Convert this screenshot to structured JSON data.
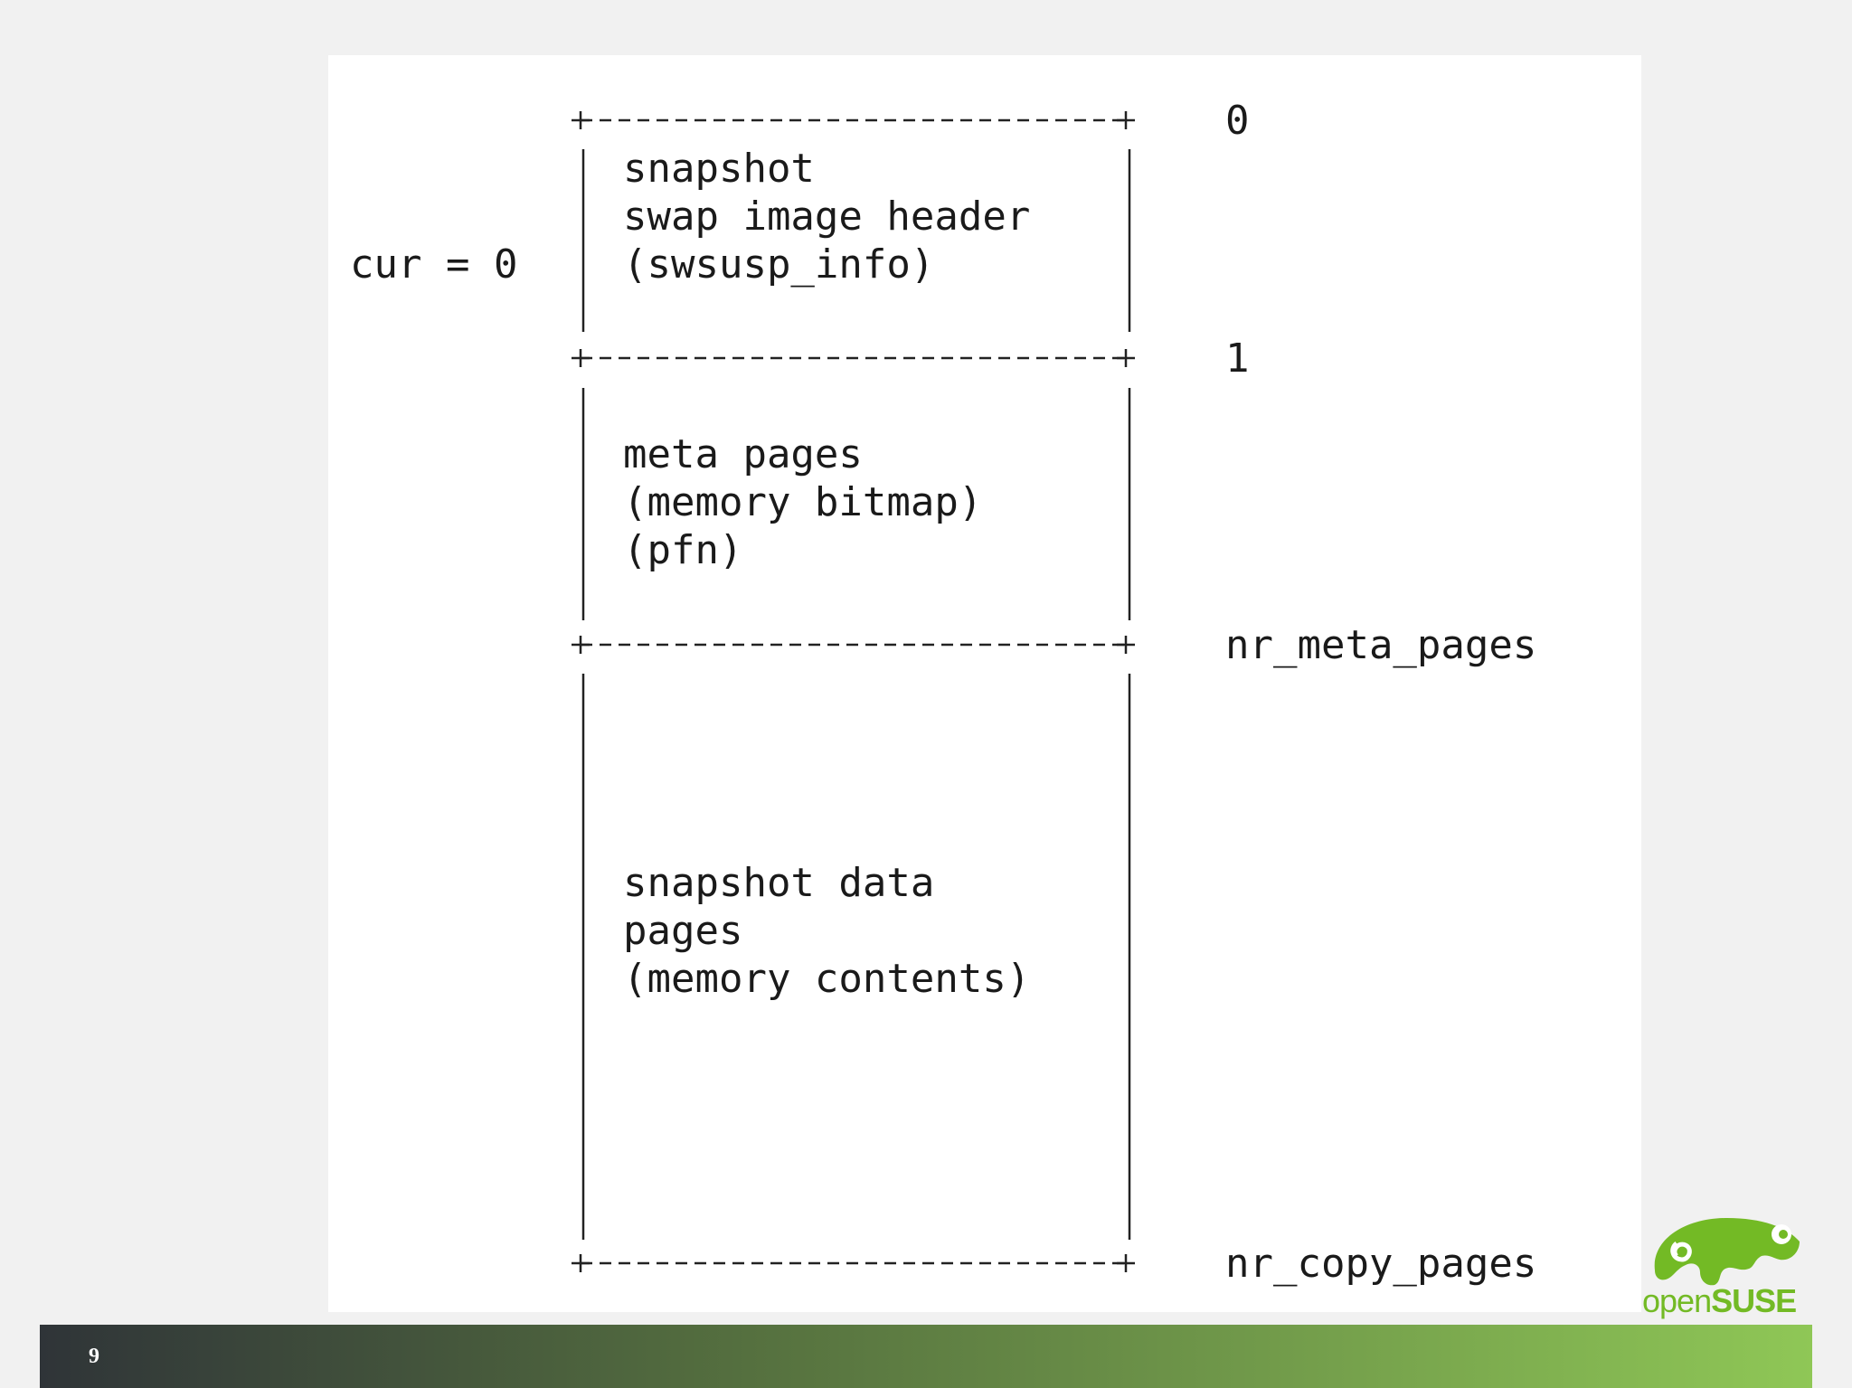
{
  "diagram": {
    "pointer_label": "cur = 0",
    "regions": [
      {
        "lines": [
          "snapshot",
          "swap image header",
          "(swsusp_info)"
        ]
      },
      {
        "lines": [
          "meta pages",
          "(memory bitmap)",
          "(pfn)"
        ]
      },
      {
        "lines": [
          "snapshot data",
          "pages",
          "(memory contents)"
        ]
      }
    ],
    "offsets": [
      "0",
      "1",
      "nr_meta_pages",
      "nr_copy_pages"
    ]
  },
  "footer": {
    "page_number": "9",
    "gradient_start": "#2f3438",
    "gradient_end": "#8fc756"
  },
  "logo": {
    "word_open": "open",
    "word_suse": "SUSE",
    "color": "#73ba25",
    "icon": "chameleon-icon"
  }
}
